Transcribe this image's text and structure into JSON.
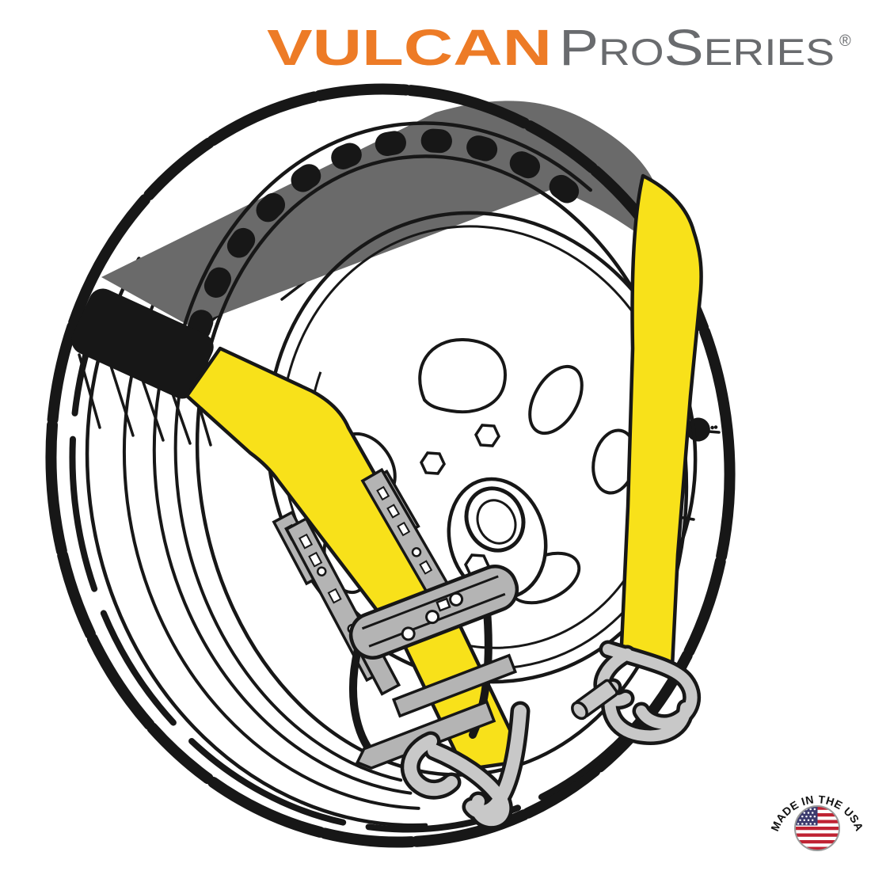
{
  "brand": {
    "vulcan": "VULCAN",
    "series_p": "P",
    "series_ro": "RO",
    "series_s": "S",
    "series_eries": "ERIES",
    "registered_mark": "®"
  },
  "badge": {
    "text": "MADE IN THE USA"
  },
  "colors": {
    "logo_orange": "#ED7B26",
    "logo_gray": "#696B6E",
    "strap_yellow": "#F8E11A",
    "webbing_gray": "#6A6A6A",
    "hardware_gray": "#B4B4B4",
    "hook_gray": "#C8C8C8",
    "sleeve_black": "#171717",
    "outline_black": "#171717",
    "flag_red": "#BF2333",
    "flag_blue": "#3C3B6E"
  }
}
